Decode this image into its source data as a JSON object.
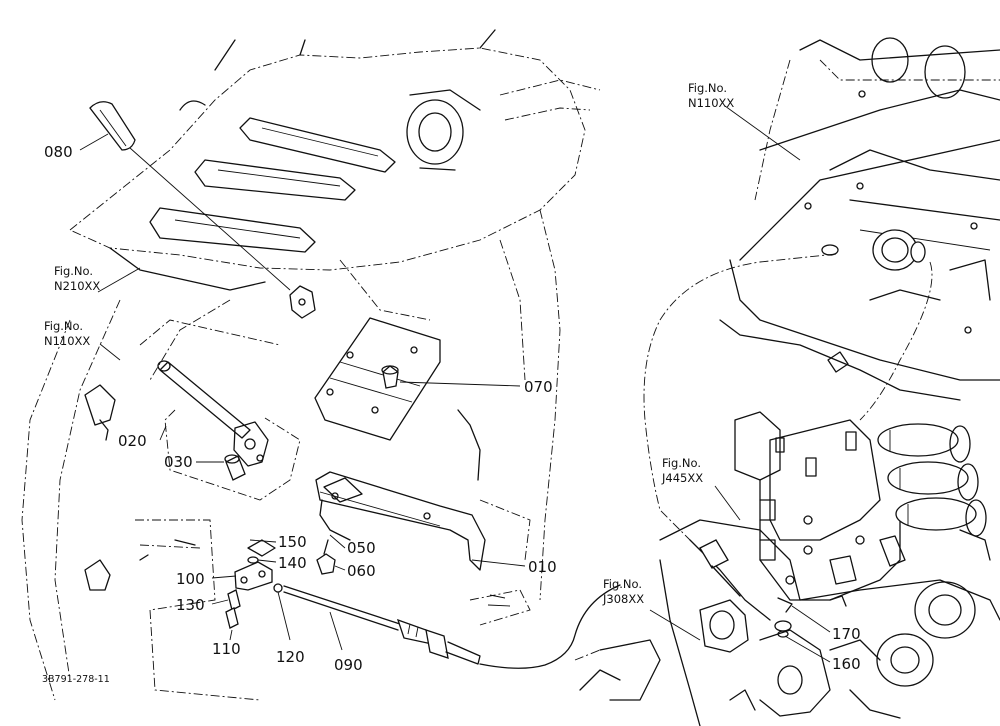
{
  "diagram": {
    "drawing_code": "3B791-278-11",
    "fig_refs": [
      {
        "id": "fig-n210xx",
        "line1": "Fig.No.",
        "line2": "N210XX"
      },
      {
        "id": "fig-n110xx-left",
        "line1": "Fig.No.",
        "line2": "N110XX"
      },
      {
        "id": "fig-n110xx-right",
        "line1": "Fig.No.",
        "line2": "N110XX"
      },
      {
        "id": "fig-j445xx",
        "line1": "Fig.No.",
        "line2": "J445XX"
      },
      {
        "id": "fig-j308xx",
        "line1": "Fig.No.",
        "line2": "J308XX"
      }
    ],
    "parts": [
      {
        "id": "p080",
        "label": "080"
      },
      {
        "id": "p070",
        "label": "070"
      },
      {
        "id": "p020",
        "label": "020"
      },
      {
        "id": "p030",
        "label": "030"
      },
      {
        "id": "p150",
        "label": "150"
      },
      {
        "id": "p050",
        "label": "050"
      },
      {
        "id": "p140",
        "label": "140"
      },
      {
        "id": "p060",
        "label": "060"
      },
      {
        "id": "p010",
        "label": "010"
      },
      {
        "id": "p100",
        "label": "100"
      },
      {
        "id": "p130",
        "label": "130"
      },
      {
        "id": "p110",
        "label": "110"
      },
      {
        "id": "p120",
        "label": "120"
      },
      {
        "id": "p090",
        "label": "090"
      },
      {
        "id": "p170",
        "label": "170"
      },
      {
        "id": "p160",
        "label": "160"
      }
    ]
  }
}
